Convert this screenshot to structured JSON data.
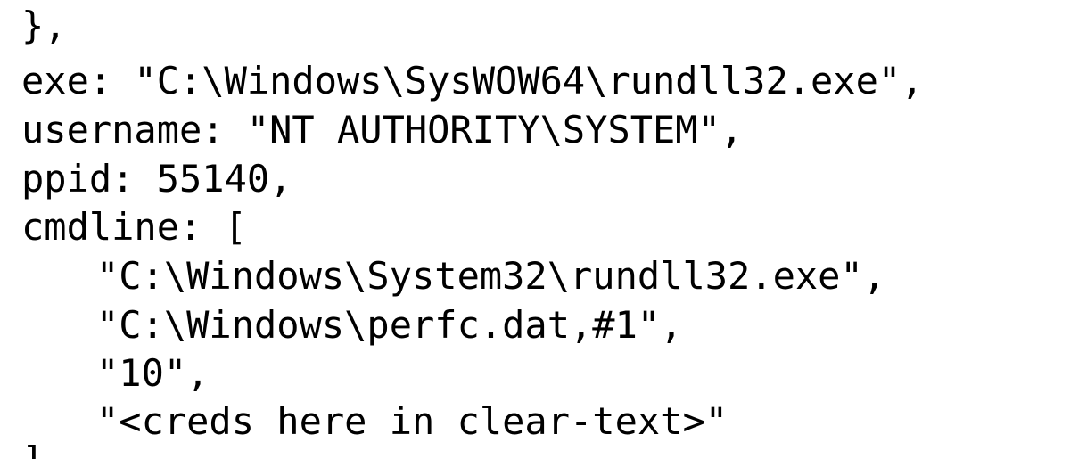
{
  "code": {
    "lines": [
      "},",
      "exe: \"C:\\Windows\\SysWOW64\\rundll32.exe\",",
      "username: \"NT AUTHORITY\\SYSTEM\",",
      "ppid: 55140,",
      "cmdline: [",
      "\"C:\\Windows\\System32\\rundll32.exe\",",
      "\"C:\\Windows\\perfc.dat,#1\",",
      "\"10\",",
      "\"<creds here in clear-text>\""
    ],
    "closing_fragment": "]"
  },
  "colors": {
    "background": "#ffffff",
    "text": "#000000"
  }
}
